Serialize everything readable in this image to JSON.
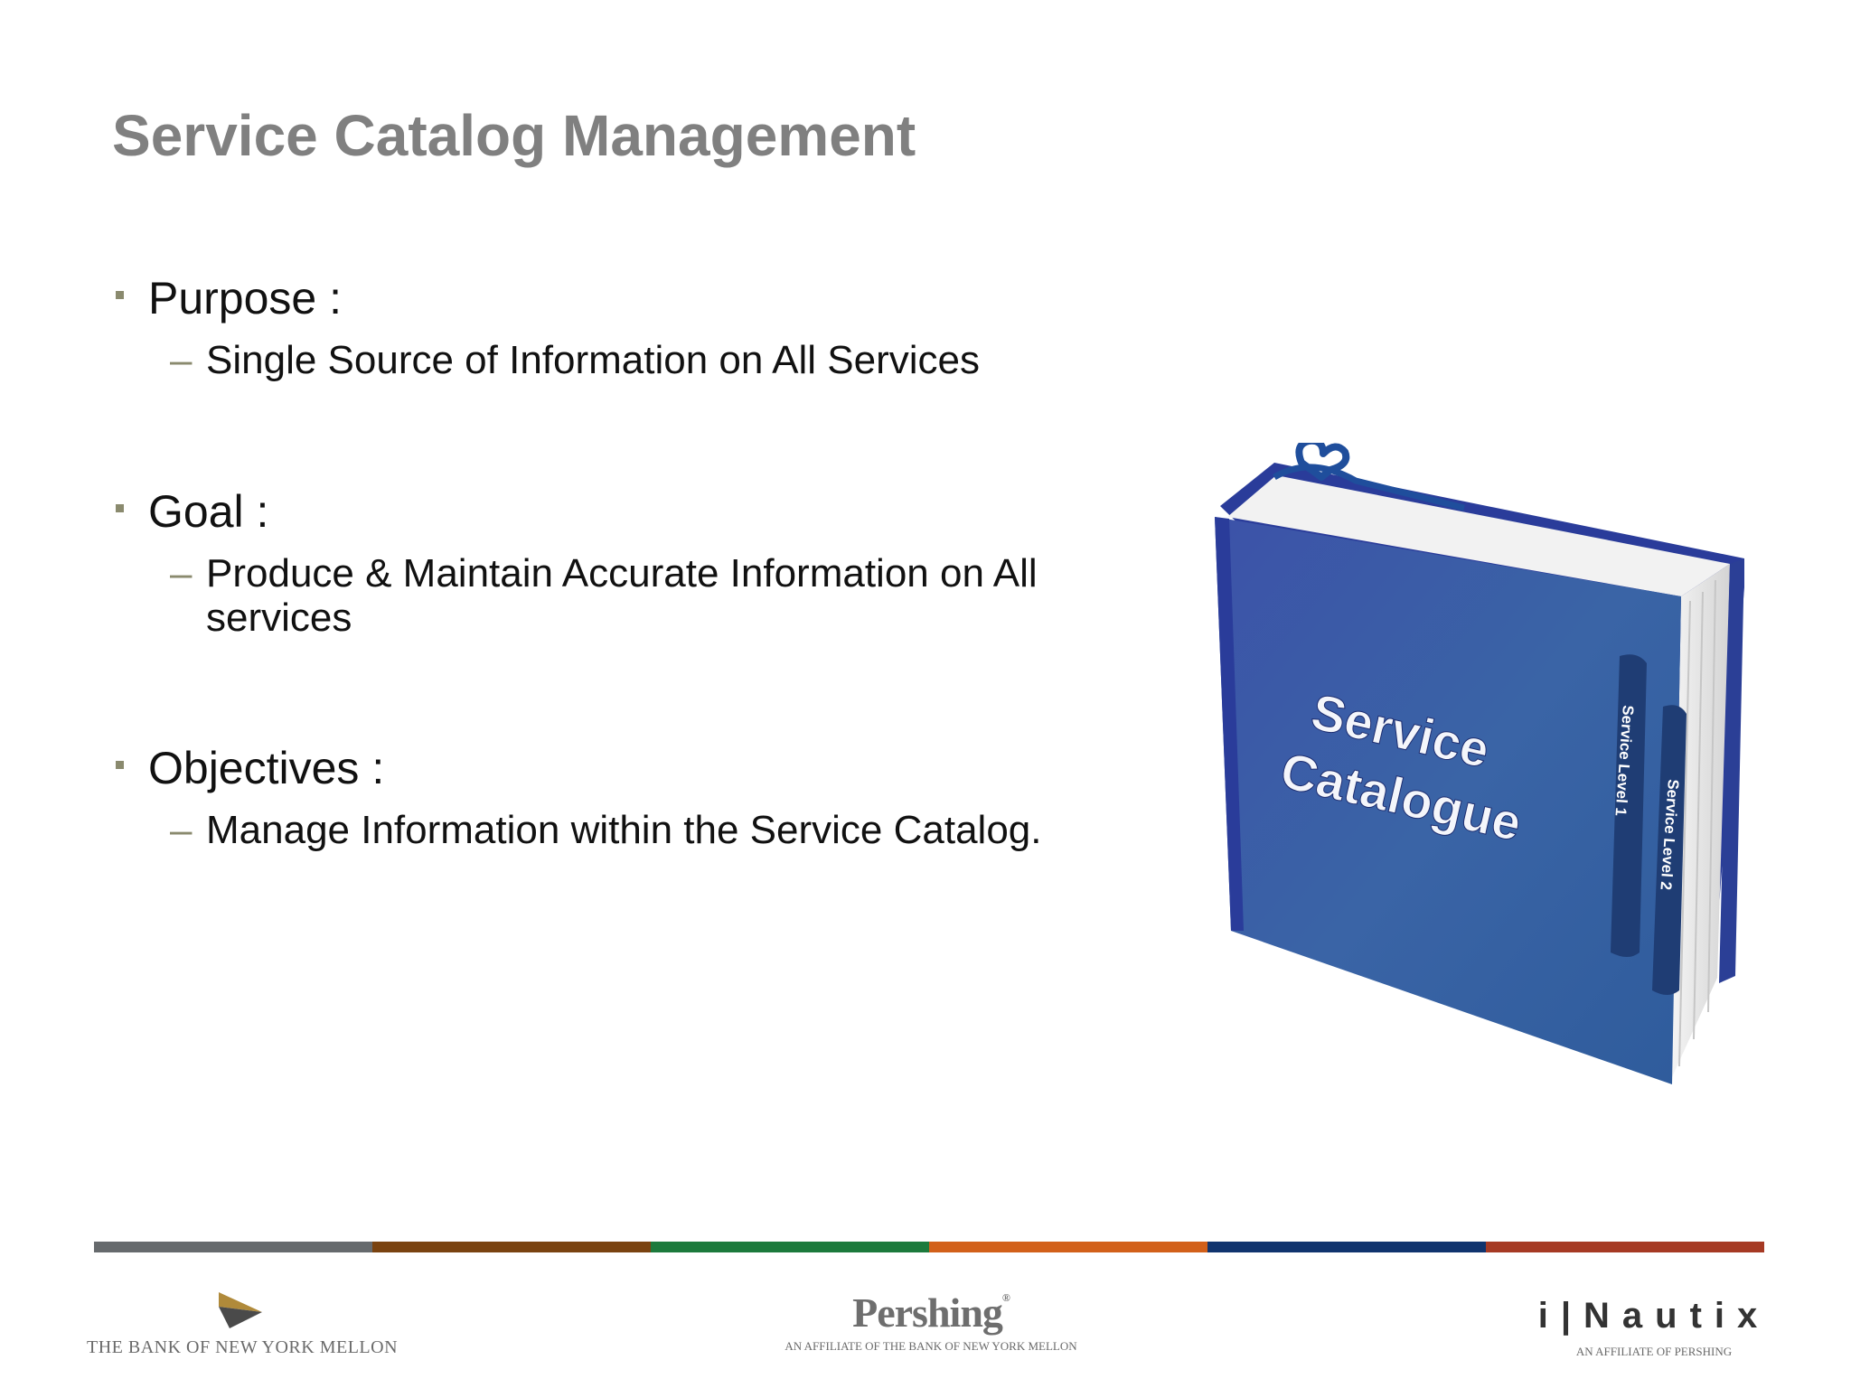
{
  "slide": {
    "title": "Service Catalog Management",
    "bullets": [
      {
        "heading": "Purpose :",
        "sub": "Single Source of Information on All Services"
      },
      {
        "heading": "Goal :",
        "sub": "Produce & Maintain Accurate Information on All services"
      },
      {
        "heading": "Objectives :",
        "sub": "Manage Information within the Service Catalog."
      }
    ],
    "sub_marker": "–"
  },
  "book_image": {
    "cover_line1": "Service",
    "cover_line2": "Catalogue",
    "tab1": "Service Level 1",
    "tab2": "Service Level 2"
  },
  "footer": {
    "bar_colors": [
      "#666a6d",
      "#7a4310",
      "#1c7a3c",
      "#d2601a",
      "#10346e",
      "#a63a24"
    ],
    "bny": {
      "name": "THE BANK OF NEW YORK MELLON"
    },
    "pershing": {
      "name": "Pershing",
      "reg": "®",
      "affiliation": "AN AFFILIATE OF THE BANK OF NEW YORK MELLON"
    },
    "inautix": {
      "name": "i|Nautix",
      "affiliation": "AN AFFILIATE OF PERSHING"
    }
  }
}
